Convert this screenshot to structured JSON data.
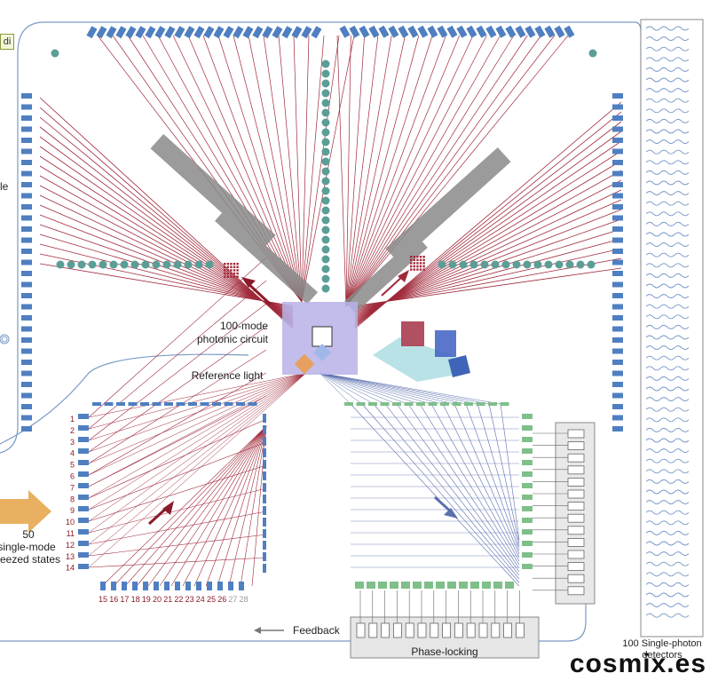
{
  "labels": {
    "corner_badge": "di",
    "partial_side_label": "le",
    "photonic_circuit_line1": "100-mode",
    "photonic_circuit_line2": "photonic circuit",
    "reference_light": "Reference light",
    "squeezed_count": "50",
    "squeezed_line1": "single-mode",
    "squeezed_line2": "eezed states",
    "feedback": "Feedback",
    "phase_locking": "Phase-locking",
    "detectors_line1": "100 Single-photon",
    "detectors_line2": "detectors",
    "watermark": "cosmix.es"
  },
  "left_mode_numbers": [
    "1",
    "2",
    "3",
    "4",
    "5",
    "6",
    "7",
    "8",
    "9",
    "10",
    "11",
    "12",
    "13",
    "14"
  ],
  "bottom_mode_numbers": [
    "15",
    "16",
    "17",
    "18",
    "19",
    "20",
    "21",
    "22",
    "23",
    "24",
    "25",
    "26",
    "27",
    "28"
  ],
  "colors": {
    "red_beam": "#a0293a",
    "blue_beam": "#5b6fae",
    "green_element": "#7fbf8a",
    "teal_node": "#5a9e96",
    "blue_component": "#4f7fc0",
    "grey_bar": "#8a8a8a",
    "circuit_box": "#b7b2e6",
    "fiber": "#7a9ac8"
  }
}
